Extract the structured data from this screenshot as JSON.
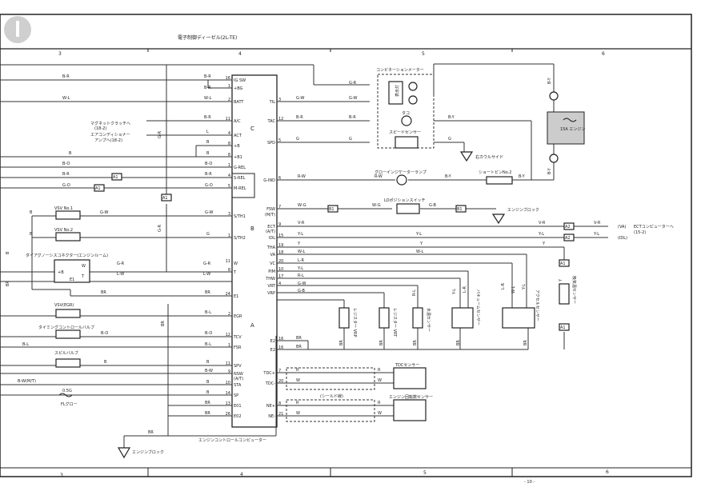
{
  "title": "電子制御ディーゼル(2L-TE)",
  "page_number": "- 10 -",
  "grid": {
    "top": [
      "3",
      "4",
      "5",
      "6"
    ],
    "bottom": [
      "3",
      "4",
      "5",
      "6"
    ]
  },
  "ecu": {
    "label": "エンジンコントロールコンピューター",
    "pins_left": [
      {
        "name": "IG SW",
        "num": "16"
      },
      {
        "name": "+BG",
        "num": "1"
      },
      {
        "name": "BATT",
        "num": "2"
      },
      {
        "name": "A/C",
        "num": "11"
      },
      {
        "name": "ACT",
        "num": "4"
      },
      {
        "name": "+B",
        "num": "8"
      },
      {
        "name": "+B1",
        "num": "8"
      },
      {
        "name": "G-REL",
        "num": "1"
      },
      {
        "name": "S-REL",
        "num": "4"
      },
      {
        "name": "M-REL",
        "num": "5"
      },
      {
        "name": "S/TH1",
        "num": "3"
      },
      {
        "name": "S/TH2",
        "num": "1"
      },
      {
        "name": "W",
        "num": "11"
      },
      {
        "name": "T",
        "num": "8"
      },
      {
        "name": "E1",
        "num": "24"
      },
      {
        "name": "EGR",
        "num": "2"
      },
      {
        "name": "TCV",
        "num": "12"
      },
      {
        "name": "FSR",
        "num": "1"
      },
      {
        "name": "SPV",
        "num": "11"
      },
      {
        "name": "NSW",
        "num": "9"
      },
      {
        "name": "(A/T)",
        "num": ""
      },
      {
        "name": "STA",
        "num": "10"
      },
      {
        "name": "SP",
        "num": "14"
      },
      {
        "name": "E01",
        "num": "13"
      },
      {
        "name": "E02",
        "num": "26"
      }
    ],
    "pins_right": [
      {
        "name": "TIL",
        "num": "3"
      },
      {
        "name": "TAC",
        "num": "12"
      },
      {
        "name": "SPD",
        "num": "5"
      },
      {
        "name": "G-IND",
        "num": "6"
      },
      {
        "name": "FSW",
        "num": "7"
      },
      {
        "name": "(M/T)",
        "num": ""
      },
      {
        "name": "ECT",
        "num": "9"
      },
      {
        "name": "(A/T)",
        "num": ""
      },
      {
        "name": "IDL",
        "num": "15"
      },
      {
        "name": "THA",
        "num": "19"
      },
      {
        "name": "VA",
        "num": "18"
      },
      {
        "name": "VC",
        "num": "20"
      },
      {
        "name": "PIM",
        "num": "10"
      },
      {
        "name": "THW",
        "num": "17"
      },
      {
        "name": "VRT",
        "num": "4"
      },
      {
        "name": "VRP",
        "num": "",
        "gap": true
      },
      {
        "name": "E2",
        "num": "16"
      },
      {
        "name": "E2",
        "num": "16"
      },
      {
        "name": "TDC+",
        "num": "7"
      },
      {
        "name": "TDC-",
        "num": "20"
      },
      {
        "name": "NE+",
        "num": "8"
      },
      {
        "name": "NE-",
        "num": "21"
      }
    ],
    "connector_marks": [
      "C",
      "B",
      "A"
    ]
  },
  "left_labels": {
    "magnet_clutch": "マグネットクラッチへ",
    "magnet_clutch_ref": "(18-2)",
    "aircon_amp": "エアコンディショナー",
    "aircon_amp2": "アンプへ(18-2)",
    "vsv1": "VSV No.1",
    "vsv2": "VSV No.2",
    "diag_connector": "ダイアグノーシスコネクター(エンジンルーム)",
    "vsv_egr": "VSV(EGR)",
    "timing_valve": "タイミングコントロールバルブ",
    "spill_valve": "スピルバルブ",
    "bw_mt": "B-W(M/T)",
    "fuse": "0.5G",
    "fl_glow": "FLグロー",
    "ground_block": "エンジンブロック",
    "e1": "E1",
    "plusb": "+B",
    "wterm": "W",
    "tterm": "T"
  },
  "right_labels": {
    "combination_meter": "コンビネーションメーター",
    "warn_lamp": "表示灯",
    "tacho": "タコ",
    "speed_sensor": "スピードセンサー",
    "right_cowl": "右カウルサイド",
    "glow_lamp": "グローインジケーターランプ",
    "short_pin": "ショートピンNo.2",
    "lo_switch": "LOポジションスイッチ",
    "engine_block": "エンジンブロック",
    "ect_computer": "ECTコンピューターへ",
    "ect_ref": "(15-2)",
    "va": "(VA)",
    "idl": "(IDL)",
    "resistor_vrp": "レジスター VRP",
    "resistor_vrt": "レジスター VRT",
    "water_sensor": "水温センサー",
    "pressure_sensor": "バキュームセンサー",
    "throttle_sensor": "アクセルセンサー",
    "intake_sensor": "吸気温センサー",
    "tdc_sensor": "TDCセンサー",
    "ne_sensor": "エンジン回転数センサー",
    "shield": "(シールド線)",
    "engine_15a": "15A エンジン"
  },
  "wire_colors": {
    "ig": "B-R",
    "bg": "B-R",
    "batt": "W-L",
    "ac": "B-R",
    "act": "L",
    "b": "B",
    "grel": "B-O",
    "srel": "B-R",
    "mrel": "G-O",
    "sth1": "G-W",
    "sth2": "G",
    "w": "G-R",
    "t": "L-W",
    "e1": "BR",
    "egr": "B-L",
    "tcv": "B-O",
    "fsr": "B-L",
    "spv": "B",
    "nsw": "B-W",
    "sta": "B",
    "sp": "B",
    "e01": "BR",
    "e02": "BR",
    "til": "G-W",
    "tac": "B-R",
    "spd": "G",
    "gind": "R-W",
    "fsw": "W-G",
    "ect": "V-R",
    "idl": "Y-L",
    "tha": "Y",
    "va": "W-L",
    "vc": "L-R",
    "pim": "Y-L",
    "thw": "R-L",
    "vrt": "G-W",
    "vrp": "G-B",
    "by": "B-Y",
    "gr_vert": "G-R",
    "br": "BR",
    "r": "R",
    "wsh": "W"
  },
  "connector_ids": {
    "a1": "A1",
    "b1": "B1",
    "a2": "A2"
  }
}
